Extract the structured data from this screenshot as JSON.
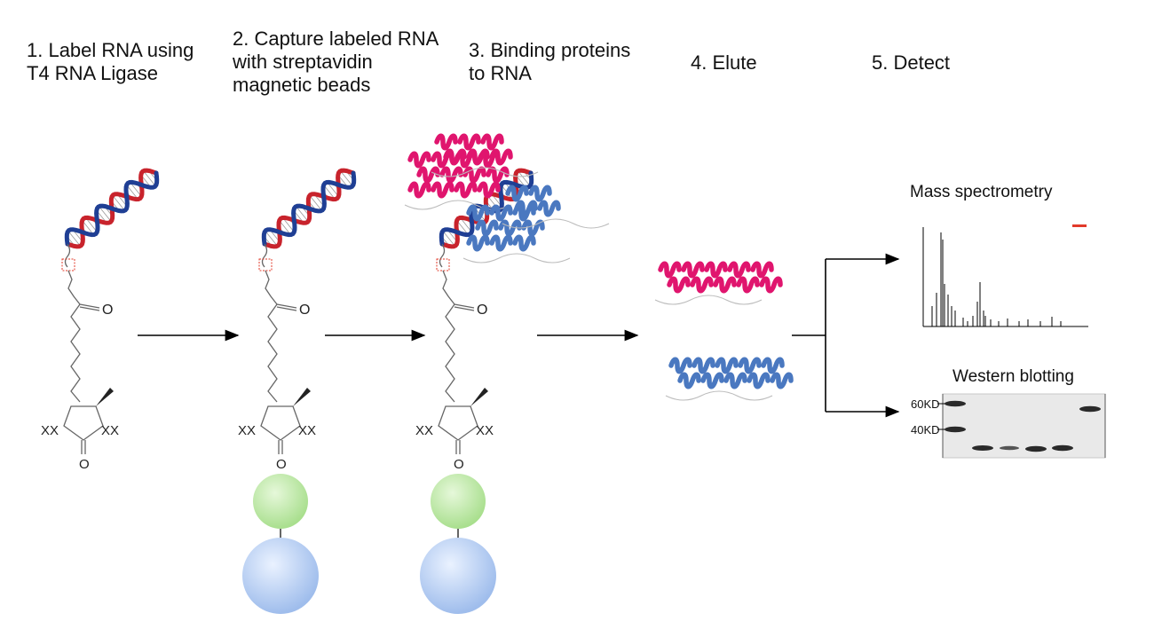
{
  "steps": [
    {
      "label": "1. Label RNA using\nT4 RNA Ligase"
    },
    {
      "label": "2. Capture labeled RNA\nwith streptavidin\nmagnetic beads"
    },
    {
      "label": "3. Binding proteins\nto RNA"
    },
    {
      "label": "4. Elute"
    },
    {
      "label": "5. Detect"
    }
  ],
  "molecule": {
    "carbonyl_atom": "O",
    "ring_sub_left": "XX",
    "ring_sub_right": "XX"
  },
  "detect": {
    "mass_spec_title": "Mass spectrometry",
    "western_title": "Western blotting",
    "western_markers": [
      "60KD",
      "40KD"
    ]
  },
  "colors": {
    "rna_red": "#c8232c",
    "rna_blue": "#1f3f94",
    "protein_pink": "#e0156e",
    "protein_blue": "#4a78c0",
    "streptavidin_green": "#a9df8e",
    "bead_blue": "#9fbdec"
  }
}
